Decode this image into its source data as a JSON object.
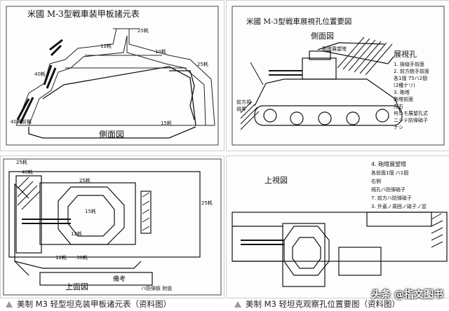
{
  "panels": {
    "top_left": {
      "title": "米國 M-3型戦車装甲板諸元表",
      "footer": "側面図",
      "labels": [
        "25耗",
        "12耗",
        "10耗",
        "25耗",
        "40耗",
        "40耗前楯",
        "15耗"
      ]
    },
    "top_right": {
      "title": "米國 M-3型戦車展視孔位置要図",
      "subtitle": "側面図",
      "tower_label": "砲塔展望塔",
      "legend": [
        "展視孔",
        "1. 操縦手前面",
        "2. 前方銃手前面",
        "各1個 75ハ2個",
        "(2種ナリ)",
        "3. 砲塔",
        "砲塔前面",
        "左右",
        "何レモ展望孔式",
        "ニシテ防弾硝子",
        "ナシ"
      ],
      "side_labels": [
        "前方視",
        "視界"
      ]
    },
    "bottom_left": {
      "title": "上面図",
      "labels": [
        "25耗",
        "40耗",
        "25耗",
        "12耗",
        "15耗",
        "12耗",
        "30耗",
        "25耗"
      ],
      "legend_label": "備考",
      "legend_text": "ハ防弾板 附設"
    },
    "bottom_right": {
      "title": "上視図",
      "notes": [
        "4. 砲塔展望塔",
        "各前面1個 ハ1個",
        "右側",
        "視孔ハ防弾硝子",
        "7. 前方ハ防弾硝子",
        "3. 外蓋ノ周囲ノ硝子ノ窓"
      ]
    }
  },
  "captions": {
    "left": "美制 M3 轻型坦克装甲板诸元表（资料图）",
    "right": "美制 M3 轻坦克观察孔位置要图（资料图）"
  },
  "watermark": "头条 @指文图书"
}
